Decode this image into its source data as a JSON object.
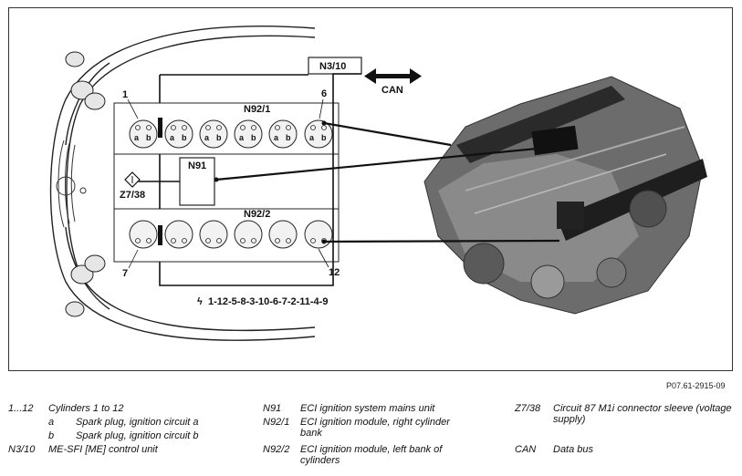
{
  "diagram": {
    "labels": {
      "n3_10": "N3/10",
      "can": "CAN",
      "n92_1": "N92/1",
      "n92_2": "N92/2",
      "n91": "N91",
      "z7_38": "Z7/38",
      "cyl_1": "1",
      "cyl_6": "6",
      "cyl_7": "7",
      "cyl_12": "12",
      "firing_order": "1-12-5-8-3-10-6-7-2-11-4-9",
      "plug_a": "a",
      "plug_b": "b"
    }
  },
  "reference": "P07.61-2915-09",
  "legend": {
    "col1": [
      {
        "code": "1...12",
        "desc": "Cylinders 1 to 12"
      },
      {
        "code": "a",
        "desc": "Spark plug, ignition circuit a"
      },
      {
        "code": "b",
        "desc": "Spark plug, ignition circuit b"
      },
      {
        "code": "N3/10",
        "desc": "ME-SFI [ME] control unit"
      }
    ],
    "col2": [
      {
        "code": "N91",
        "desc": "ECI ignition system mains unit"
      },
      {
        "code": "N92/1",
        "desc": "ECI ignition module, right cylinder bank"
      },
      {
        "code": "N92/2",
        "desc": "ECI ignition module, left bank of cylinders"
      }
    ],
    "col3": [
      {
        "code": "Z7/38",
        "desc": "Circuit 87 M1i connector sleeve (voltage supply)"
      },
      {
        "code": "CAN",
        "desc": "Data bus"
      }
    ]
  }
}
